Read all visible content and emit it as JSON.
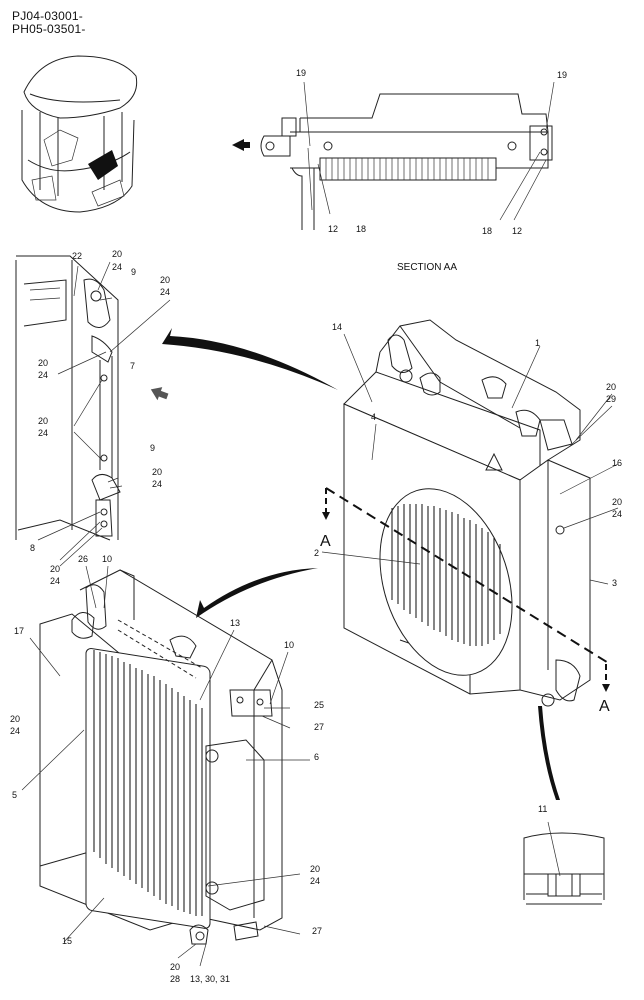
{
  "header": {
    "serial_1": "PJ04-03001-",
    "serial_2": "PH05-03501-"
  },
  "section_label": "SECTION AA",
  "section_markers": [
    "A",
    "A"
  ],
  "callouts": {
    "top_view": [
      "19",
      "19",
      "12",
      "18",
      "18",
      "12"
    ],
    "left_detail": [
      "22",
      "20",
      "24",
      "9",
      "20",
      "24",
      "20",
      "24",
      "7",
      "20",
      "24",
      "9",
      "20",
      "24",
      "8",
      "20",
      "24"
    ],
    "main_radiator": [
      "14",
      "1",
      "20",
      "29",
      "4",
      "16",
      "20",
      "24",
      "2",
      "3"
    ],
    "oil_cooler": [
      "26",
      "10",
      "13",
      "17",
      "10",
      "25",
      "27",
      "20",
      "24",
      "6",
      "5",
      "20",
      "24",
      "27",
      "15",
      "20",
      "28",
      "13, 30, 31"
    ],
    "plug_detail": [
      "11"
    ]
  },
  "icons": {
    "arrow_icon": "left-arrow",
    "machine_icon": "excavator-cab-overview"
  }
}
